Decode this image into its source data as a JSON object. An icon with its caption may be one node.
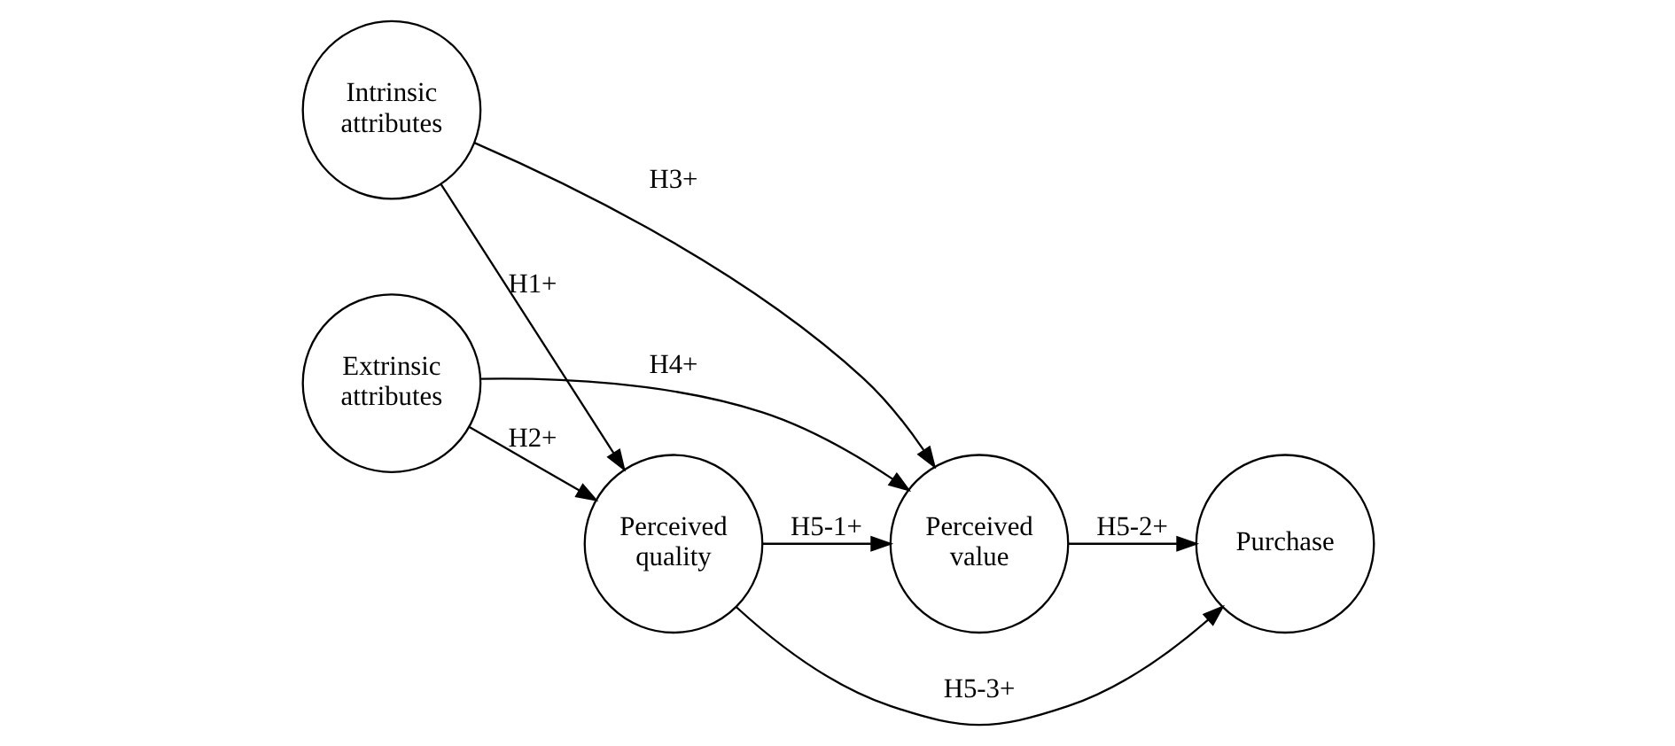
{
  "diagram": {
    "nodes": [
      {
        "text": [
          "Intrinsic attributes"
        ]
      },
      {
        "text": [
          "Extrinsic attributes"
        ]
      },
      {
        "text": [
          "Perceived quality"
        ]
      },
      {
        "text": [
          "Perceived value"
        ]
      },
      {
        "text": [
          "Purchase"
        ]
      }
    ],
    "edges": [
      {
        "from": 0,
        "to": 2,
        "arrow": "to",
        "label": "H1+"
      },
      {
        "from": 1,
        "to": 2,
        "arrow": "to",
        "label": "H2+"
      },
      {
        "from": 0,
        "to": 3,
        "arrow": "to",
        "label": "H3+"
      },
      {
        "from": 1,
        "to": 3,
        "arrow": "to",
        "label": "H4+"
      },
      {
        "from": 2,
        "to": 3,
        "arrow": "to",
        "label": "H5-1+"
      },
      {
        "from": 3,
        "to": 4,
        "arrow": "to",
        "label": "H5-2+"
      },
      {
        "from": 2,
        "to": 4,
        "arrow": "to",
        "label": "H5-3+"
      }
    ]
  }
}
